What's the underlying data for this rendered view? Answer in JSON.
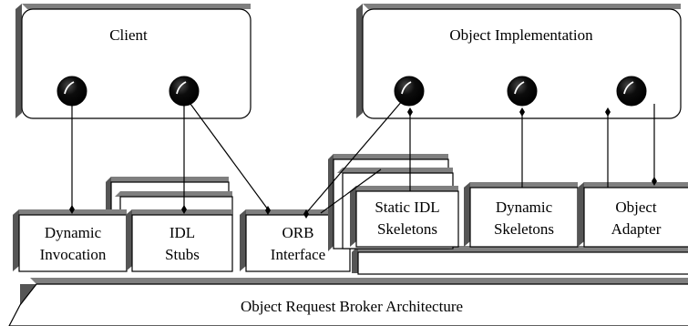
{
  "title": "Object Request Broker Architecture",
  "client": {
    "label": "Client"
  },
  "object_implementation": {
    "label": "Object  Implementation"
  },
  "components": {
    "dynamic_invocation": {
      "line1": "Dynamic",
      "line2": "Invocation"
    },
    "idl_stubs": {
      "line1": "IDL",
      "line2": "Stubs"
    },
    "orb_interface": {
      "line1": "ORB",
      "line2": "Interface"
    },
    "static_idl_skeletons": {
      "line1": "Static IDL",
      "line2": "Skeletons"
    },
    "dynamic_skeletons": {
      "line1": "Dynamic",
      "line2": "Skeletons"
    },
    "object_adapter": {
      "line1": "Object",
      "line2": "Adapter"
    }
  },
  "colors": {
    "shadow": "#7f7f7f",
    "shadow_dark": "#555555",
    "line": "#000000",
    "fill": "#ffffff"
  }
}
